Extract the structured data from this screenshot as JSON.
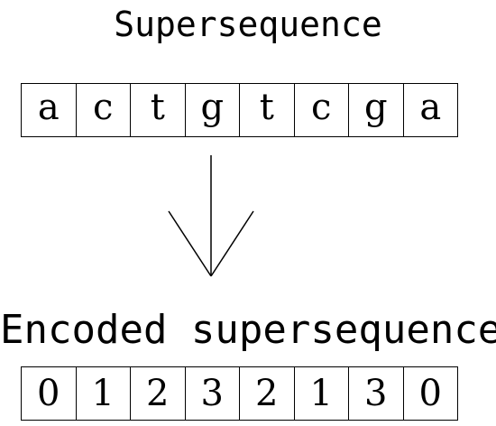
{
  "titles": {
    "top": "Supersequence",
    "bottom": "Encoded supersequence"
  },
  "supersequence": [
    "a",
    "c",
    "t",
    "g",
    "t",
    "c",
    "g",
    "a"
  ],
  "encoded": [
    "0",
    "1",
    "2",
    "3",
    "2",
    "1",
    "3",
    "0"
  ],
  "colors": {
    "stroke": "#000000",
    "background": "#ffffff"
  },
  "icons": {
    "transform_arrow": "down-arrow-icon"
  }
}
